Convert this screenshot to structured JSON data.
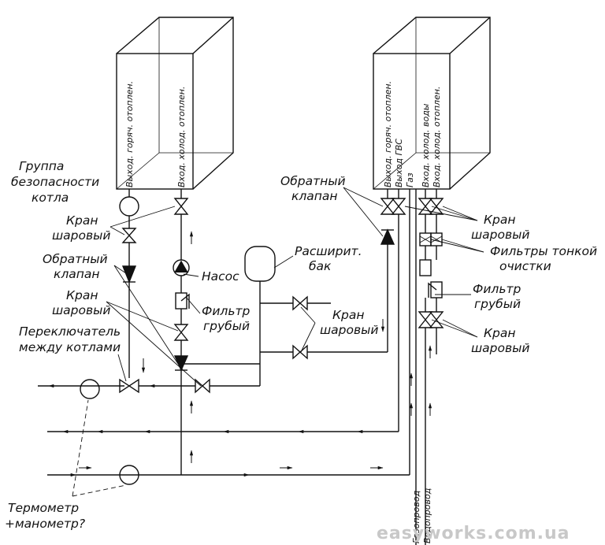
{
  "labels": {
    "boiler1_out_hot": "Выход. горяч. отоплен.",
    "boiler1_in_cold": "Вход. холод. отоплен.",
    "boiler2_out_hot": "Выход. горяч. отоплен.",
    "boiler2_out_dhw": "Выход ГВС",
    "boiler2_gas": "Газ",
    "boiler2_in_cold_water": "Вход. холод. воды",
    "boiler2_in_cold": "Вход. холод. отоплен.",
    "safety_group_l1": "Группа",
    "safety_group_l2": "безопасности",
    "safety_group_l3": "котла",
    "ball_valve_a_l1": "Кран",
    "ball_valve_a_l2": "шаровый",
    "check_valve_a_l1": "Обратный",
    "check_valve_a_l2": "клапан",
    "ball_valve_b_l1": "Кран",
    "ball_valve_b_l2": "шаровый",
    "switch_l1": "Переключатель",
    "switch_l2": "между котлами",
    "pump": "Насос",
    "coarse_filter_a_l1": "Фильтр",
    "coarse_filter_a_l2": "грубый",
    "exp_tank_l1": "Расширит.",
    "exp_tank_l2": "бак",
    "ball_valve_c_l1": "Кран",
    "ball_valve_c_l2": "шаровый",
    "check_valve_b_l1": "Обратный",
    "check_valve_b_l2": "клапан",
    "ball_valve_d_l1": "Кран",
    "ball_valve_d_l2": "шаровый",
    "fine_filter_l1": "Фильтры тонкой",
    "fine_filter_l2": "очистки",
    "coarse_filter_b_l1": "Фильтр",
    "coarse_filter_b_l2": "грубый",
    "ball_valve_e_l1": "Кран",
    "ball_valve_e_l2": "шаровый",
    "thermo_l1": "Термометр",
    "thermo_l2": "+манометр?",
    "gas_pipe": "Газопровод",
    "water_pipe": "Водопровод"
  },
  "watermark": "easyworks.com.ua"
}
